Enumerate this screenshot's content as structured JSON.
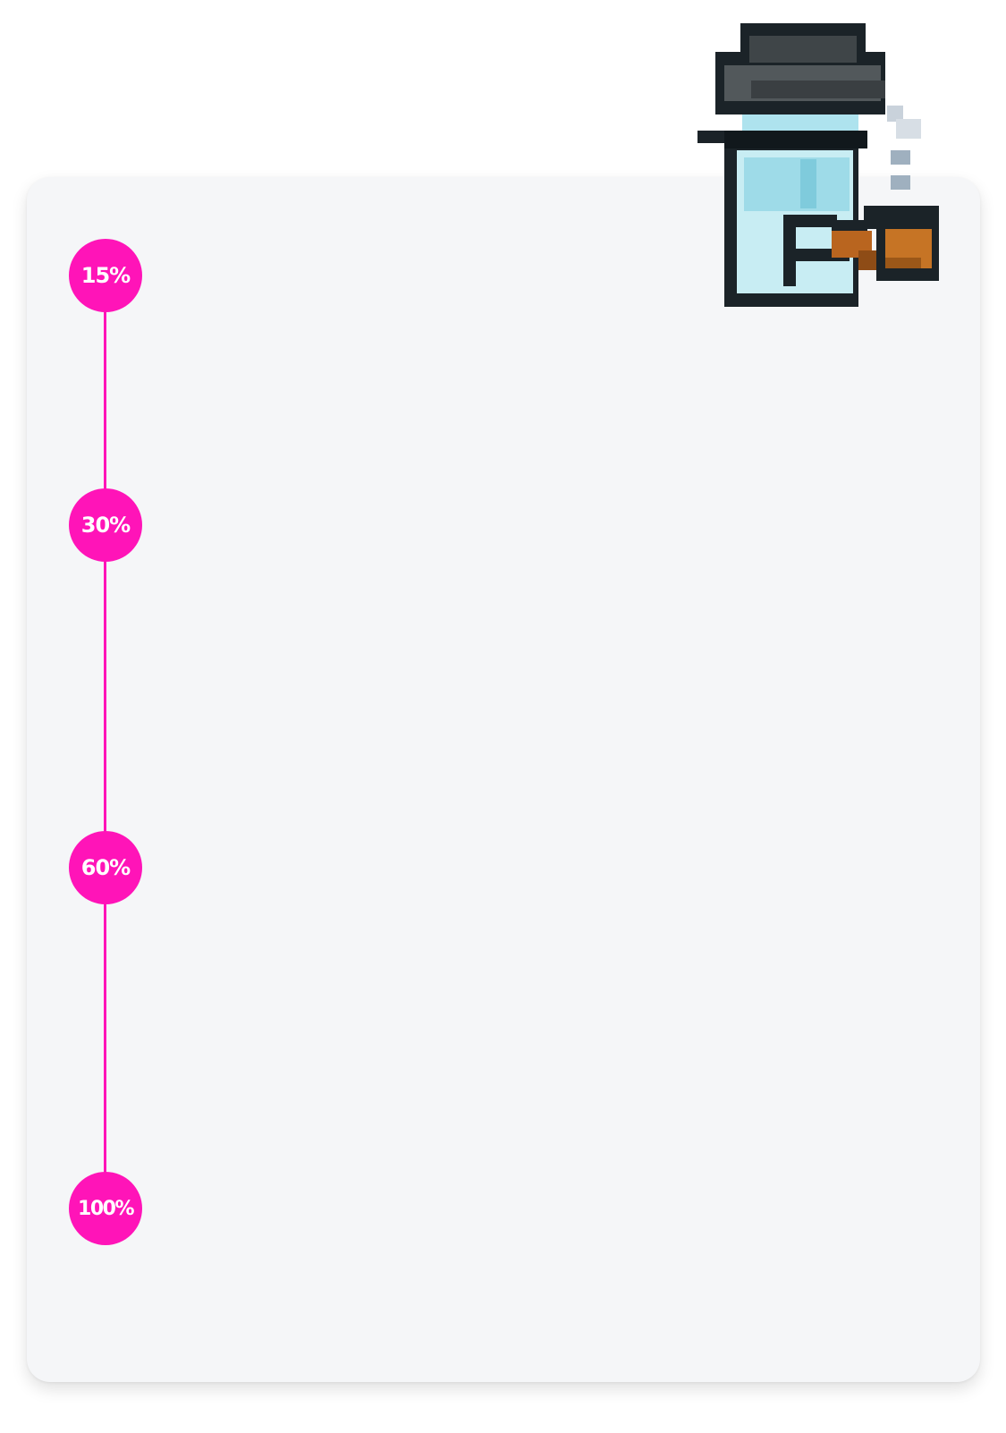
{
  "timeline": {
    "color": "#ff14b8",
    "milestones": [
      {
        "label": "15%",
        "value": 15
      },
      {
        "label": "30%",
        "value": 30
      },
      {
        "label": "60%",
        "value": 60
      },
      {
        "label": "100%",
        "value": 100
      }
    ]
  },
  "mascot": {
    "icon": "pixel-character-with-bowler-hat-and-pipe-icon"
  }
}
